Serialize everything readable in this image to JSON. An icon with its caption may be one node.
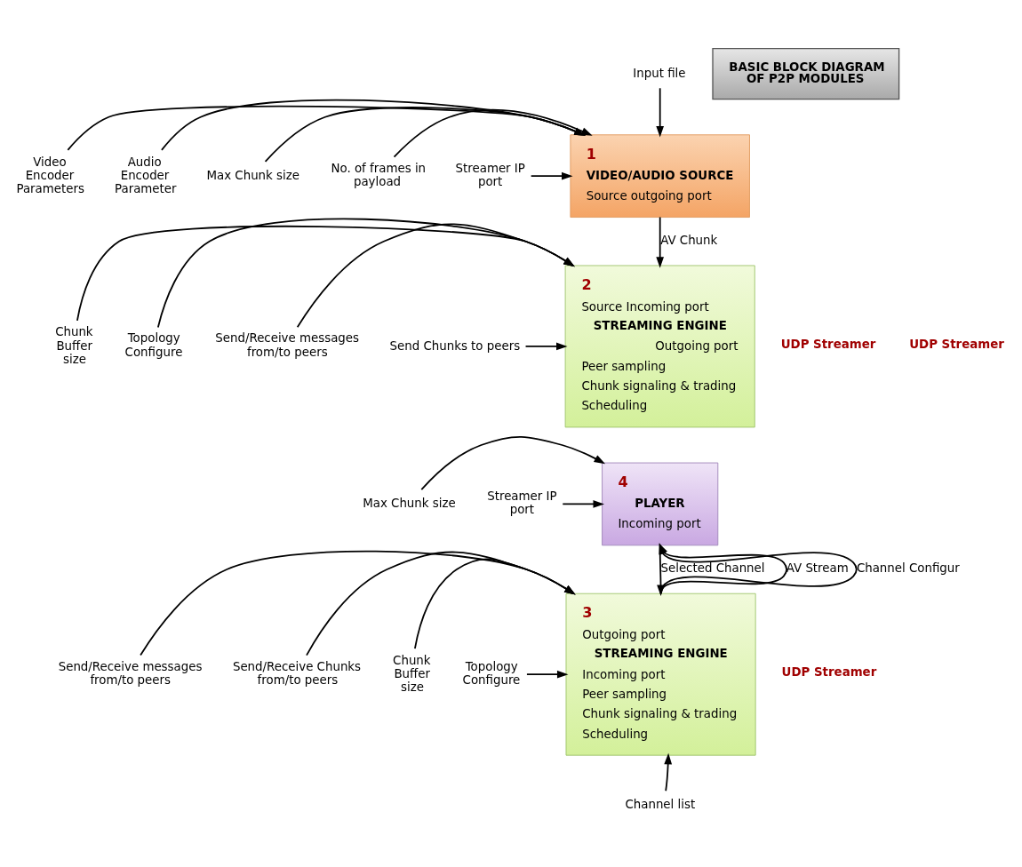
{
  "diagram": {
    "nodes": [
      {
        "text": [
          "Input file"
        ]
      },
      {
        "text": [
          "Video Encoder Parameters"
        ]
      },
      {
        "text": [
          "Audio Encoder Parameter"
        ]
      },
      {
        "text": [
          "1",
          "VIDEO/AUDIO SOURCE",
          "Source outgoing port"
        ]
      },
      {
        "text": [
          "Max Chunk size"
        ]
      },
      {
        "text": [
          "No. of frames in payload"
        ]
      },
      {
        "text": [
          "Streamer IP port"
        ]
      },
      {
        "text": [
          "BASIC BLOCK DIAGRAM OF P2P MODULES"
        ]
      },
      {
        "text": [
          "4",
          "PLAYER",
          "Incoming port"
        ]
      },
      {
        "text": [
          "Max Chunk size"
        ]
      },
      {
        "text": [
          "Streamer IP port"
        ]
      },
      {
        "text": [
          "2",
          "Source Incoming port",
          "STREAMING ENGINE",
          "Outgoing port",
          "Peer sampling",
          "Chunk signaling & trading",
          "Scheduling"
        ]
      },
      {
        "text": [
          "Chunk Buffer size"
        ]
      },
      {
        "text": [
          "Topology Configure"
        ]
      },
      {
        "text": [
          "Send/Receive messages from/to peers"
        ]
      },
      {
        "text": [
          "Send Chunks to peers"
        ]
      },
      {
        "text": [
          "3",
          "Outgoing port",
          "STREAMING ENGINE",
          "Incoming port",
          "Peer sampling",
          "Chunk signaling & trading",
          "Scheduling"
        ]
      },
      {
        "text": [
          "Send/Receive messages from/to peers"
        ]
      },
      {
        "text": [
          "Send/Receive Chunks from/to peers"
        ]
      },
      {
        "text": [
          "Chunk Buffer size"
        ]
      },
      {
        "text": [
          "Topology Configure"
        ]
      },
      {
        "text": [
          "Channel list"
        ]
      }
    ],
    "edges": [
      {
        "from": 0,
        "to": 3,
        "arrow": "to"
      },
      {
        "from": 1,
        "to": 3,
        "arrow": "to"
      },
      {
        "from": 2,
        "to": 3,
        "arrow": "to"
      },
      {
        "from": 4,
        "to": 3,
        "arrow": "to"
      },
      {
        "from": 5,
        "to": 3,
        "arrow": "to"
      },
      {
        "from": 6,
        "to": 3,
        "arrow": "to"
      },
      {
        "from": 3,
        "to": 11,
        "arrow": "to",
        "label": "AV Chunk"
      },
      {
        "from": 9,
        "to": 8,
        "arrow": "to"
      },
      {
        "from": 10,
        "to": 8,
        "arrow": "to"
      },
      {
        "from": 12,
        "to": 11,
        "arrow": "to"
      },
      {
        "from": 13,
        "to": 11,
        "arrow": "to"
      },
      {
        "from": 14,
        "to": 11,
        "arrow": "to"
      },
      {
        "from": 15,
        "to": 11,
        "arrow": "to"
      },
      {
        "from": 16,
        "to": 8,
        "arrow": "to",
        "label": "AV Stream"
      },
      {
        "from": 16,
        "to": 8,
        "arrow": "to",
        "label": "Channel Configur"
      },
      {
        "from": 8,
        "to": 16,
        "arrow": "to",
        "label": "Selected Channel"
      },
      {
        "from": 17,
        "to": 16,
        "arrow": "to"
      },
      {
        "from": 18,
        "to": 16,
        "arrow": "to"
      },
      {
        "from": 19,
        "to": 16,
        "arrow": "to"
      },
      {
        "from": 20,
        "to": 16,
        "arrow": "to"
      },
      {
        "from": 21,
        "to": 16,
        "arrow": "to"
      }
    ],
    "labels": [
      "UDP Streamer",
      "UDP Streamer",
      "UDP Streamer"
    ]
  }
}
